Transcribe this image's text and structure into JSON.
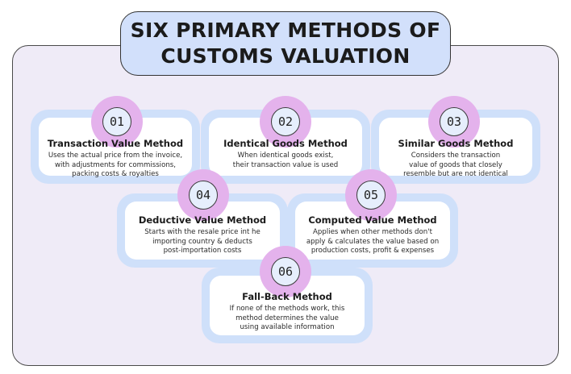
{
  "title": {
    "line1": "SIX PRIMARY METHODS OF",
    "line2": "CUSTOMS VALUATION"
  },
  "methods": [
    {
      "number": "01",
      "name": "Transaction Value Method",
      "desc": [
        "Uses the actual price from the invoice,",
        "with adjustments for commissions,",
        "packing costs & royalties"
      ]
    },
    {
      "number": "02",
      "name": "Identical Goods Method",
      "desc": [
        "When identical goods exist,",
        "their transaction value is used"
      ]
    },
    {
      "number": "03",
      "name": "Similar Goods Method",
      "desc": [
        "Considers the transaction",
        "value of goods that closely",
        "resemble but are not identical"
      ]
    },
    {
      "number": "04",
      "name": "Deductive Value Method",
      "desc": [
        "Starts with the resale price int he",
        "importing country & deducts",
        "post-importation costs"
      ]
    },
    {
      "number": "05",
      "name": "Computed Value Method",
      "desc": [
        "Applies when other methods don't",
        "apply & calculates the value based on",
        "production costs, profit & expenses"
      ]
    },
    {
      "number": "06",
      "name": "Fall-Back Method",
      "desc": [
        "If none of the methods work, this",
        "method determines the value",
        "using available information"
      ]
    }
  ],
  "colors": {
    "card_frame": "#cfe0fa",
    "badge_arc": "#e4b2ec",
    "panel": "#efebf7",
    "title_bg": "#d2e0fb"
  }
}
